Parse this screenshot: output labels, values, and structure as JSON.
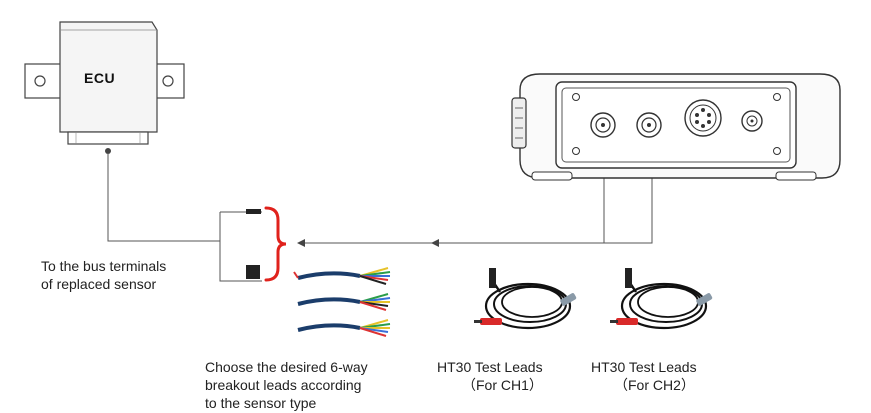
{
  "ecu": {
    "label": "ECU"
  },
  "labels": {
    "bus_terminals": [
      "To the bus terminals",
      "of replaced sensor"
    ],
    "breakout_leads": [
      "Choose the desired 6-way",
      "breakout leads according",
      "to the sensor type"
    ],
    "test_leads_ch1": [
      "HT30 Test Leads",
      "（For CH1）"
    ],
    "test_leads_ch2": [
      "HT30 Test Leads",
      "（For CH2）"
    ]
  },
  "colors": {
    "bracket": "#e0221c",
    "line": "#555555",
    "device_outline": "#333333"
  }
}
